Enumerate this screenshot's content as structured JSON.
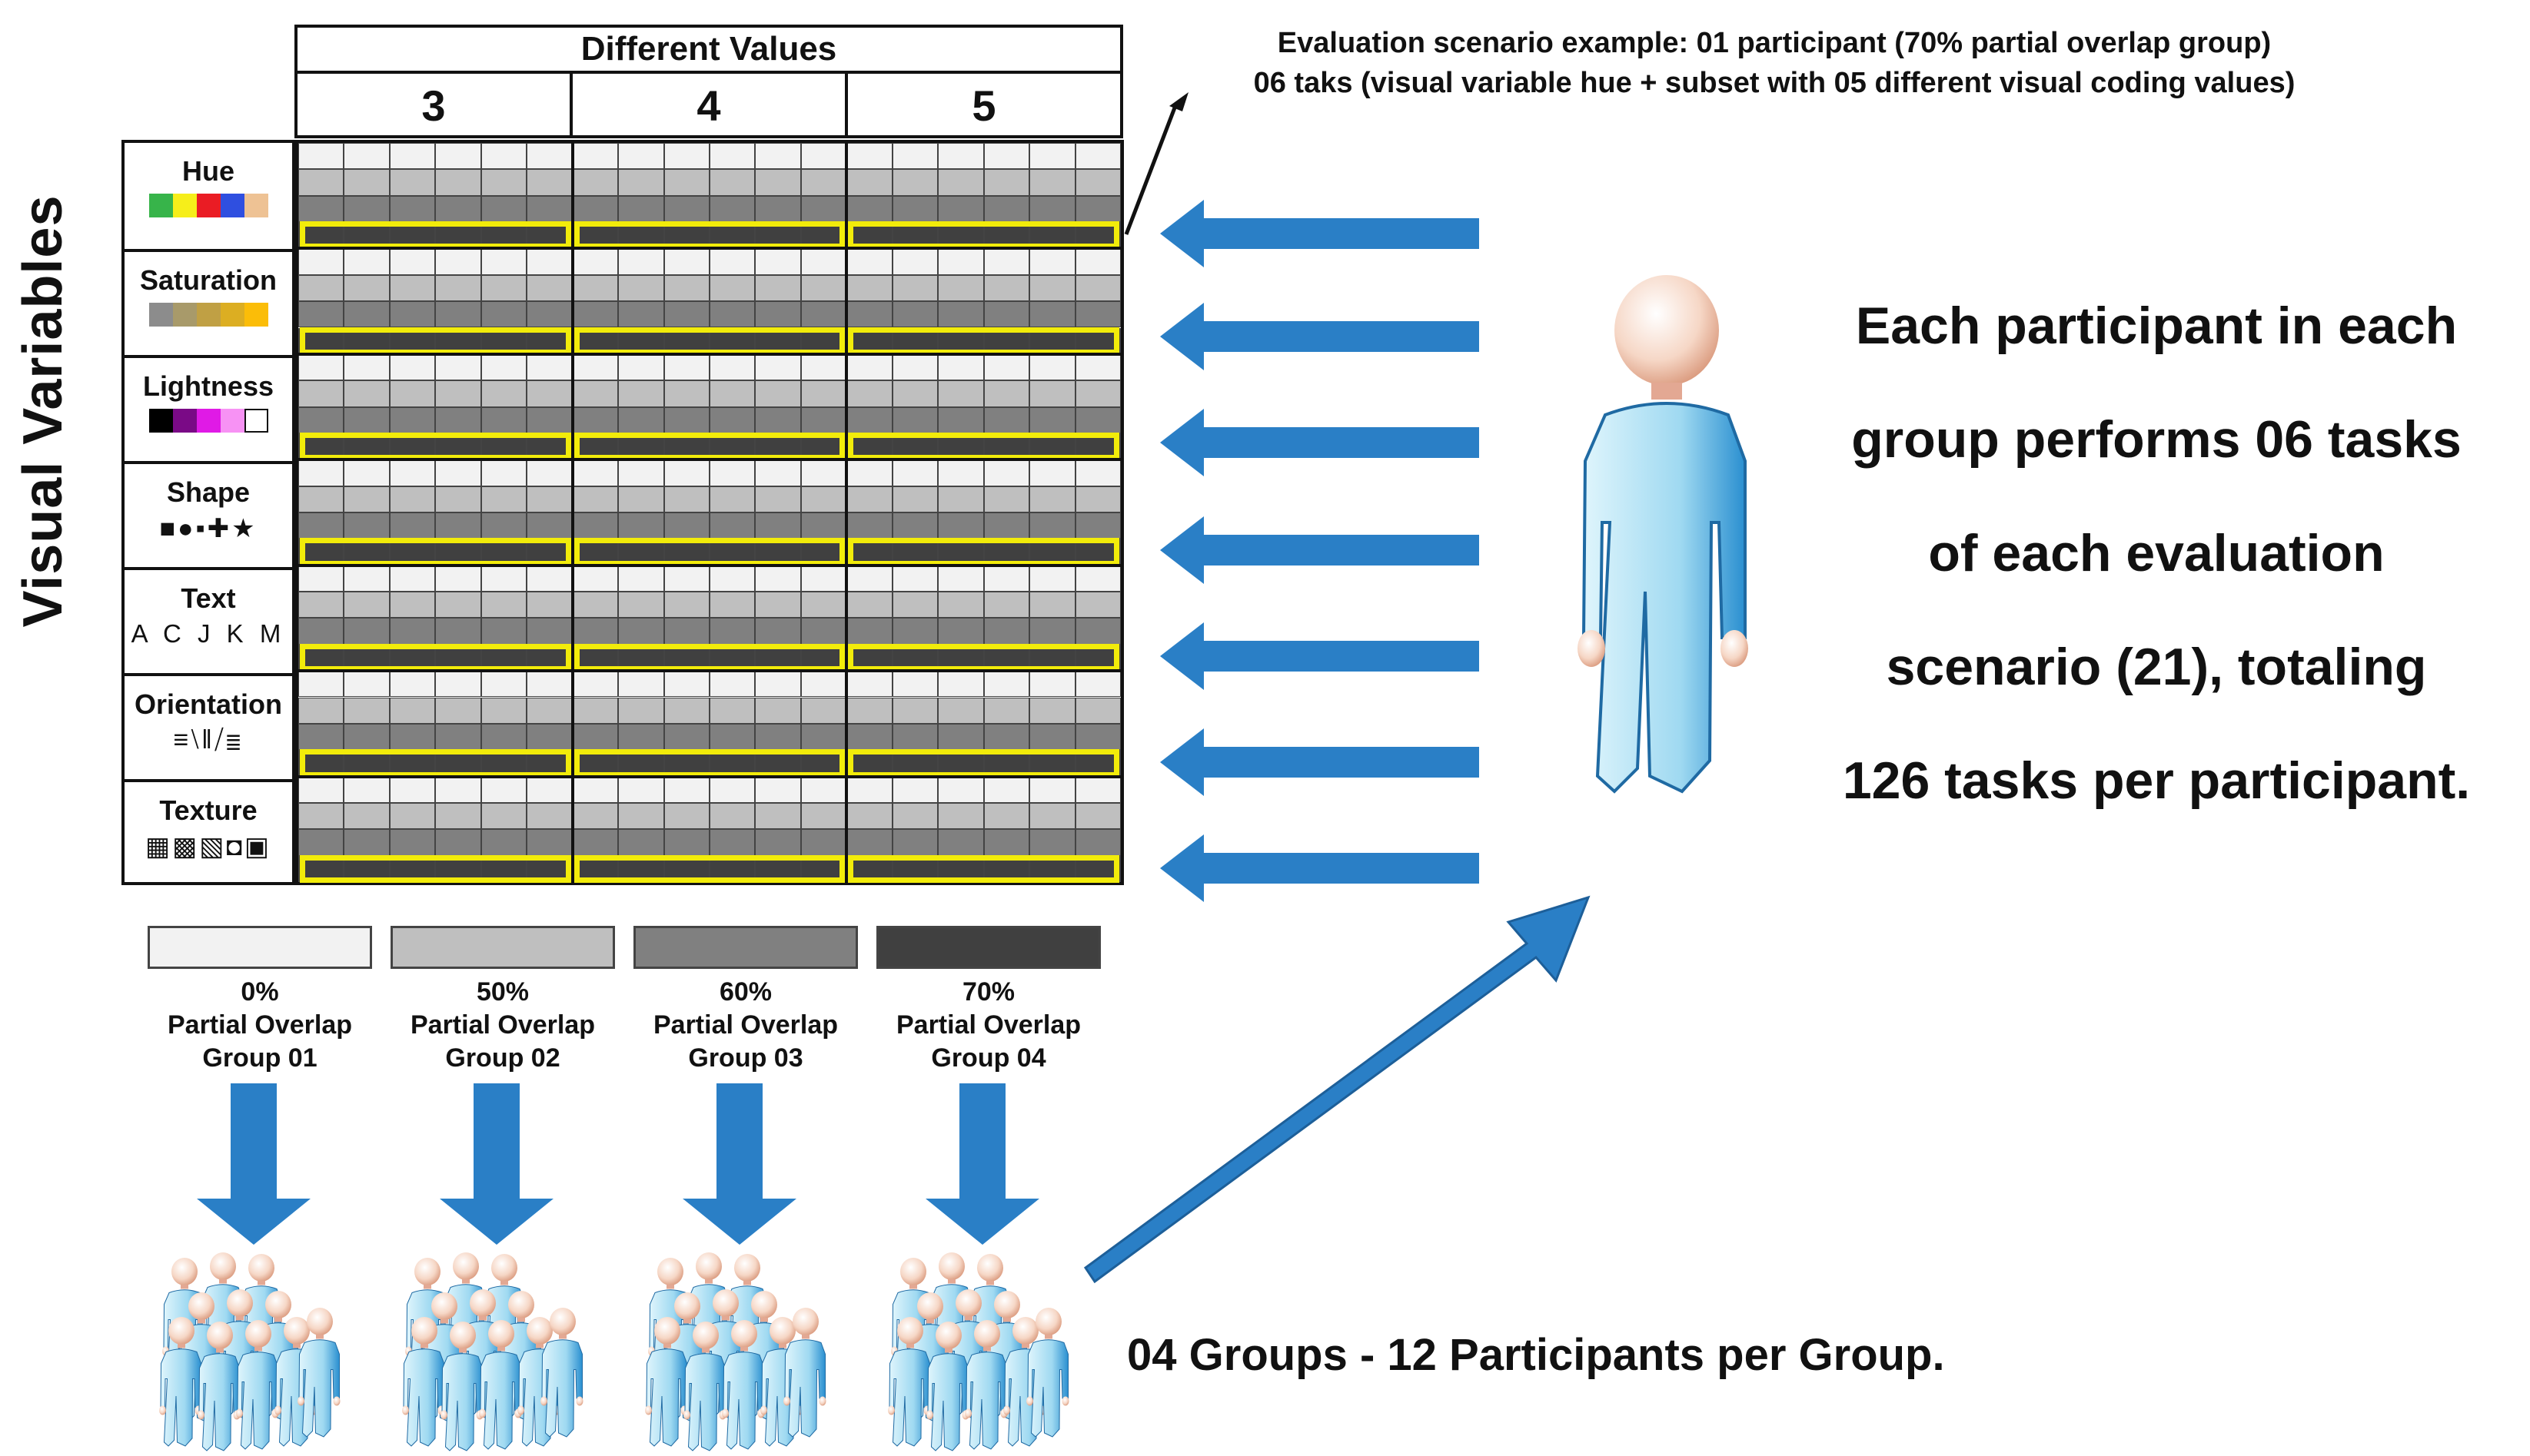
{
  "left_title": "Visual Variables",
  "column_header": {
    "title": "Different Values",
    "values": [
      "3",
      "4",
      "5"
    ]
  },
  "visual_variables": [
    {
      "label": "Hue",
      "swatch_colors": [
        "#37b44a",
        "#f6ee1a",
        "#ea1c24",
        "#2f4fe0",
        "#eec294"
      ]
    },
    {
      "label": "Saturation",
      "swatch_colors": [
        "#8c8c8c",
        "#a89a6a",
        "#c0a044",
        "#dcae22",
        "#fbbd08"
      ]
    },
    {
      "label": "Lightness",
      "swatch_colors": [
        "#000000",
        "#7a0a86",
        "#e01ae6",
        "#f792f4",
        "#ffffff"
      ]
    },
    {
      "label": "Shape",
      "glyphs": "■●▪✚★"
    },
    {
      "label": "Text",
      "text_sample": "A C J K M"
    },
    {
      "label": "Orientation",
      "glyphs": "≡⧵‖⧸≣"
    },
    {
      "label": "Texture",
      "glyphs": "▦▩▧◘▣"
    }
  ],
  "legend": [
    {
      "percent": "0%",
      "line2": "Partial Overlap",
      "group": "Group 01",
      "color": "#f2f2f2"
    },
    {
      "percent": "50%",
      "line2": "Partial Overlap",
      "group": "Group 02",
      "color": "#bfbfbf"
    },
    {
      "percent": "60%",
      "line2": "Partial Overlap",
      "group": "Group 03",
      "color": "#808080"
    },
    {
      "percent": "70%",
      "line2": "Partial Overlap",
      "group": "Group 04",
      "color": "#404040"
    }
  ],
  "scenario_note": {
    "line1": "Evaluation scenario example: 01 participant (70% partial overlap group)",
    "line2": "06 taks (visual variable hue + subset with 05 different visual coding values)"
  },
  "summary_lines": [
    "Each participant in each",
    "group performs 06 tasks",
    "of each evaluation",
    "scenario (21), totaling",
    "126 tasks per participant."
  ],
  "groups_text": "04 Groups - 12 Participants per Group.",
  "colors": {
    "arrow_blue": "#2a7fc6",
    "highlight_yellow": "#f2ec0a",
    "person_light": "#bfe9f7",
    "person_dark": "#2a8fd0"
  },
  "icons": [
    "arrow-left-icon",
    "arrow-down-icon",
    "arrow-diagonal-icon",
    "person-icon",
    "people-group-icon"
  ]
}
